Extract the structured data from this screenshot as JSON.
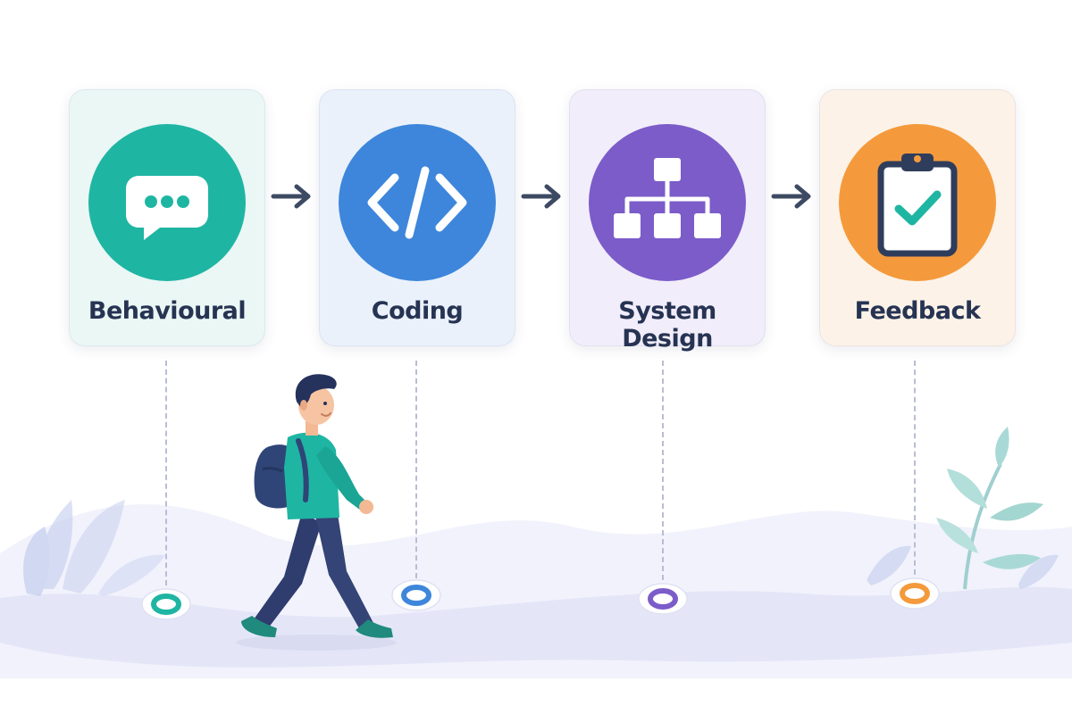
{
  "steps": [
    {
      "label": "Behavioural",
      "icon": "chat-bubble-icon",
      "color": "#1fb5a3",
      "card_bg": "#eaf7f5"
    },
    {
      "label": "Coding",
      "icon": "code-brackets-icon",
      "color": "#3d86db",
      "card_bg": "#eaf1fb"
    },
    {
      "label": "System Design",
      "icon": "hierarchy-icon",
      "color": "#7b5cc9",
      "card_bg": "#f1edfa"
    },
    {
      "label": "Feedback",
      "icon": "clipboard-check-icon",
      "color": "#f49a3c",
      "card_bg": "#fcf2e8"
    }
  ],
  "colors": {
    "text": "#263352",
    "arrow": "#3d4a63",
    "path": "#e3e5f7",
    "hills": "#eef0fa"
  }
}
